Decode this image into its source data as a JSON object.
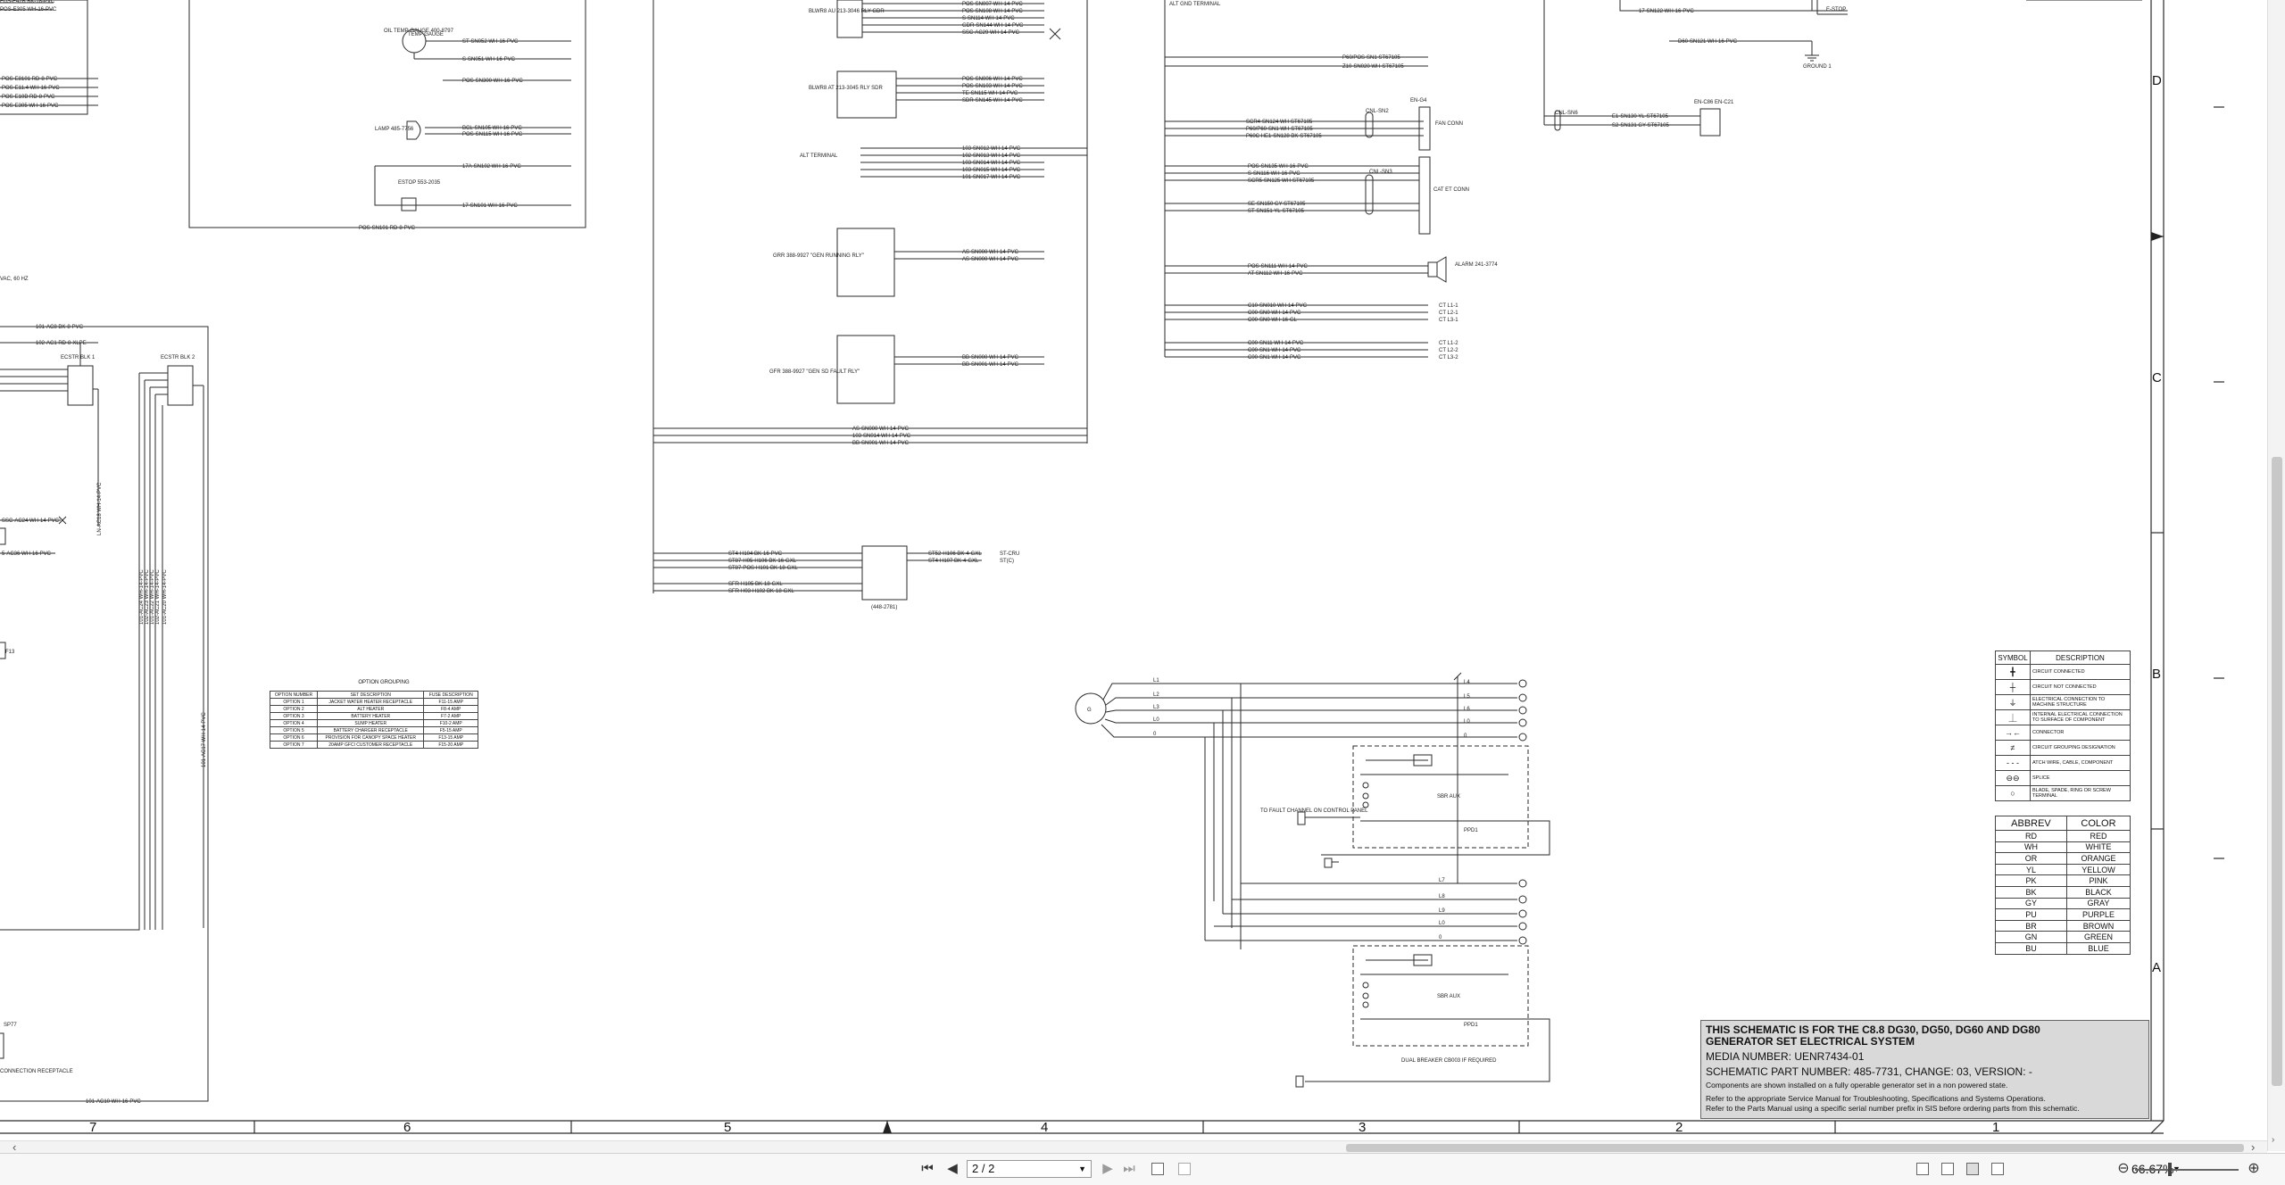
{
  "schematic": {
    "zone_columns": [
      "7",
      "6",
      "5",
      "4",
      "3",
      "2",
      "1"
    ],
    "zone_rows": [
      "D",
      "C",
      "B",
      "A"
    ],
    "component_labels": {
      "oil_temp_gauge": "OIL TEMP GAUGE 400-8797",
      "temp_gauge": "TEMP GAUGE",
      "lamp": "LAMP 485-7756",
      "estop": "ESTOP 553-2035",
      "alt_terminal": "ALT TERMINAL",
      "gen_running": "GRR 388-9927 \"GEN RUNNING RLY\"",
      "gen_fault": "GFR 388-9927 \"GEN SD FAULT RLY\"",
      "fuse_block_1": "ECSTR BLK 1",
      "fuse_block_2": "ECSTR BLK 2",
      "blower_1": "BLWR8 AU 213-3046 RLY GDR",
      "blower_2": "BLWR8 AT 213-3045 RLY SDR",
      "alarm": "ALARM 241-3774",
      "fan_conn": "FAN CONN",
      "ground": "GROUND 1",
      "estop_top": "E-STOP",
      "to_fault": "TO FAULT CHANNEL ON CONTROL PANEL",
      "dual_breaker": "DUAL BREAKER CB003 IF REQUIRED",
      "ac_module": "(448-2781)",
      "alt_gnd": "ALT GND TERMINAL",
      "val": "VAC, 60 HZ",
      "receptacle": "CONNECTION RECEPTACLE"
    }
  },
  "option_grouping": {
    "title": "OPTION GROUPING",
    "headers": [
      "OPTION NUMBER",
      "SET DESCRIPTION",
      "FUSE DESCRIPTION"
    ],
    "rows": [
      [
        "OPTION 1",
        "JACKET WATER HEATER RECEPTACLE",
        "F11-15 AMP"
      ],
      [
        "OPTION 2",
        "ALT HEATER",
        "F8-4 AMP"
      ],
      [
        "OPTION 3",
        "BATTERY HEATER",
        "F7-2 AMP"
      ],
      [
        "OPTION 4",
        "SUMP HEATER",
        "F10-2 AMP"
      ],
      [
        "OPTION 5",
        "BATTERY CHARGER RECEPTACLE",
        "F5-15 AMP"
      ],
      [
        "OPTION 6",
        "PROVISION FOR CANOPY SPACE HEATER",
        "F13-15 AMP"
      ],
      [
        "OPTION 7",
        "20AMP GFCI CUSTOMER RECEPTACLE",
        "F15-20 AMP"
      ]
    ]
  },
  "symbol_legend": {
    "headers": [
      "SYMBOL",
      "DESCRIPTION"
    ],
    "rows": [
      {
        "symbol": "╋",
        "desc": "CIRCUIT CONNECTED"
      },
      {
        "symbol": "┼",
        "desc": "CIRCUIT NOT CONNECTED"
      },
      {
        "symbol": "⏚",
        "desc": "ELECTRICAL CONNECTION TO MACHINE STRUCTURE"
      },
      {
        "symbol": "⏊",
        "desc": "INTERNAL ELECTRICAL CONNECTION TO SURFACE OF COMPONENT"
      },
      {
        "symbol": "→←",
        "desc": "CONNECTOR"
      },
      {
        "symbol": "≠",
        "desc": "CIRCUIT GROUPING DESIGNATION"
      },
      {
        "symbol": "- - -",
        "desc": "ATCH WIRE, CABLE, COMPONENT"
      },
      {
        "symbol": "⊖⊖",
        "desc": "SPLICE"
      },
      {
        "symbol": "○",
        "desc": "BLADE, SPADE, RING OR SCREW TERMINAL"
      }
    ]
  },
  "color_legend": {
    "headers": [
      "ABBREV",
      "COLOR"
    ],
    "rows": [
      [
        "RD",
        "RED"
      ],
      [
        "WH",
        "WHITE"
      ],
      [
        "OR",
        "ORANGE"
      ],
      [
        "YL",
        "YELLOW"
      ],
      [
        "PK",
        "PINK"
      ],
      [
        "BK",
        "BLACK"
      ],
      [
        "GY",
        "GRAY"
      ],
      [
        "PU",
        "PURPLE"
      ],
      [
        "BR",
        "BROWN"
      ],
      [
        "GN",
        "GREEN"
      ],
      [
        "BU",
        "BLUE"
      ]
    ]
  },
  "title_block": {
    "line1": "THIS SCHEMATIC IS FOR THE C8.8 DG30, DG50, DG60 AND DG80",
    "line2": "GENERATOR SET ELECTRICAL SYSTEM",
    "line3": "MEDIA NUMBER: UENR7434-01",
    "line4": "SCHEMATIC PART NUMBER: 485-7731, CHANGE: 03, VERSION: -",
    "line5": "Components are shown installed on a fully operable generator set in a non powered state.",
    "line6": "Refer to the appropriate Service Manual for Troubleshooting, Specifications and Systems Operations.",
    "line7": "Refer to the Parts Manual using a specific serial number prefix in SIS before ordering parts from this schematic."
  },
  "viewer": {
    "page_value": "2 / 2",
    "zoom_value": "66.67%",
    "icons": {
      "first": "skip-first-icon",
      "prev": "prev-page-icon",
      "next": "next-page-icon",
      "last": "skip-last-icon",
      "zoom_out": "zoom-out-icon",
      "zoom_in": "zoom-in-icon"
    }
  },
  "colors": {
    "line": "#2a2a2a",
    "title_block_bg": "#d9d9d9",
    "toolbar_bg": "#f7f7f7"
  }
}
